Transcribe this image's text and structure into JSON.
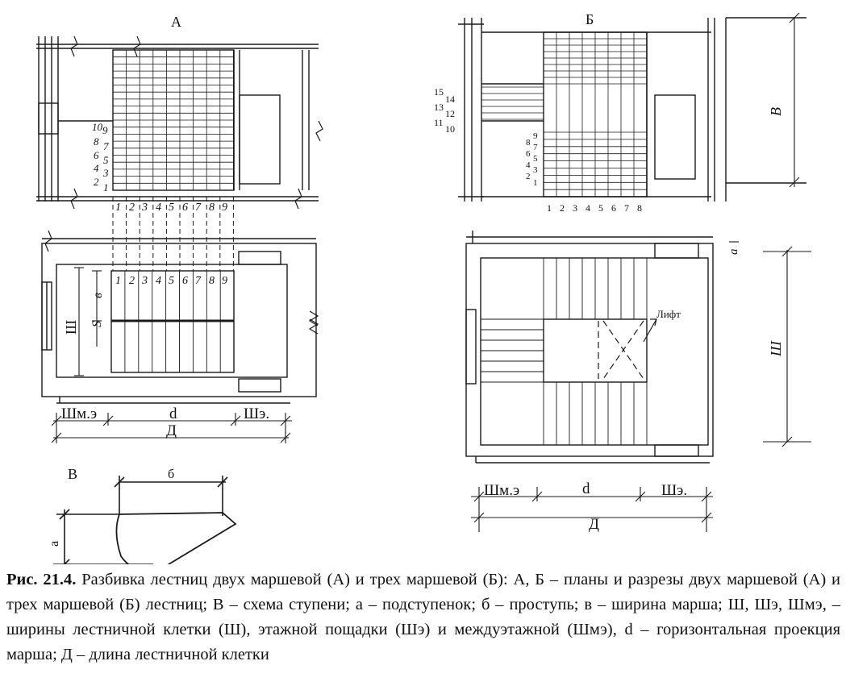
{
  "panels": {
    "A": {
      "title": "А",
      "riser_nums": [
        "10",
        "9",
        "8",
        "7",
        "6",
        "5",
        "4",
        "3",
        "2",
        "1"
      ],
      "step_nums": [
        "1",
        "2",
        "3",
        "4",
        "5",
        "6",
        "7",
        "8",
        "9"
      ],
      "dim_b": "в",
      "dim_s": "S",
      "dim_sh": "Ш",
      "dim_shme": "Шм.э",
      "dim_d": "d",
      "dim_she": "Шэ.",
      "dim_D": "Д"
    },
    "B": {
      "title": "Б",
      "riser_nums_top": [
        "15",
        "14",
        "13",
        "12",
        "11",
        "10"
      ],
      "riser_nums_bottom": [
        "9",
        "8",
        "7",
        "6",
        "5",
        "4",
        "3",
        "2",
        "1"
      ],
      "step_nums": [
        "1",
        "2",
        "3",
        "4",
        "5",
        "6",
        "7",
        "8"
      ],
      "dim_height": "В",
      "dim_sh": "Ш",
      "dim_a": "a",
      "lift": "Лифт",
      "dim_shme": "Шм.э",
      "dim_d": "d",
      "dim_she": "Шэ.",
      "dim_D": "Д"
    },
    "V": {
      "title": "В",
      "dim_b": "б",
      "dim_a": "а"
    }
  },
  "caption": {
    "label": "Рис. 21.4.",
    "text": " Разбивка лестниц двух маршевой (А) и трех маршевой  (Б): А, Б –  планы и разрезы двух маршевой (А) и трех маршевой (Б) лестниц;  В – схема ступени; а – подступенок; б – проступь; в – ширина марша; Ш, Шэ, Шмэ, – ширины лестничной клетки (Ш), этажной пощадки (Шэ) и междуэтажной (Шмэ), d – горизонтальная проекция марша; Д – длина лестничной клетки"
  }
}
